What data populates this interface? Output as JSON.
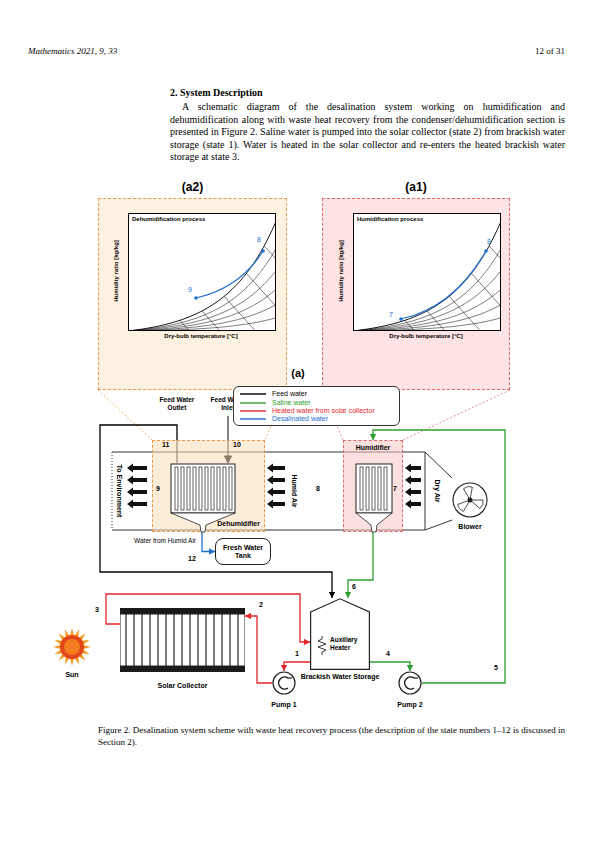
{
  "diagram": {
    "caption": "Figure 2. Desalination system scheme with waste heat recovery process (the description of the state numbers 1–12 is discussed in Section 2).",
    "nodes": [
      {
        "text": [
          "(a2)"
        ]
      },
      {
        "text": [
          "Dehumidification process"
        ],
        "in": 0
      },
      {
        "text": [
          "(a1)"
        ]
      },
      {
        "text": [
          "Humidification process"
        ],
        "in": 2
      },
      {
        "text": [
          "Dehumidifier"
        ]
      },
      {
        "text": [
          "Humidifier"
        ]
      },
      {
        "text": [
          "Blower"
        ]
      },
      {
        "text": [
          "Fresh Water Tank"
        ]
      },
      {
        "text": [
          "Auxiliary Heater",
          "Brackish Water Storage"
        ]
      },
      {
        "text": [
          "Solar Collector"
        ]
      },
      {
        "text": [
          "Sun"
        ]
      },
      {
        "text": [
          "Pump 1"
        ]
      },
      {
        "text": [
          "Pump 2"
        ]
      }
    ],
    "edges": [
      {
        "from": 11,
        "to": 9,
        "arrow": "to",
        "label": "2"
      },
      {
        "from": 9,
        "to": 8,
        "arrow": "to",
        "label": "3"
      },
      {
        "from": 8,
        "to": 11,
        "arrow": "to",
        "label": "1"
      },
      {
        "from": 8,
        "to": 12,
        "arrow": "to",
        "label": "4"
      },
      {
        "from": 12,
        "to": 5,
        "arrow": "to",
        "label": "5"
      },
      {
        "from": 5,
        "to": 8,
        "arrow": "to",
        "label": "6"
      },
      {
        "from": 4,
        "to": 8,
        "arrow": "to",
        "label": "11"
      },
      {
        "from": 4,
        "to": 7,
        "arrow": "to",
        "label": "12"
      }
    ],
    "labels": [
      "Mathematics 2021, 9, 33",
      "12 of 31",
      "2. System Description",
      "A schematic diagram of the desalination system working on humidification and dehumidification along with waste heat recovery from the condenser/dehumidification section is presented in Figure 2. Saline water is pumped into the solar collector (state 2) from brackish water storage (state 1). Water is heated in the solar collector and re-enters the heated brackish water storage at state 3.",
      "Humidity ratio [kg/kg]",
      "Dry-bulb temperature [°C]",
      "8",
      "9",
      "Humidity ratio [kg/kg]",
      "Dry-bulb temperature [°C]",
      "8",
      "7",
      "(a)",
      "Feed Water Outlet",
      "Feed Water Inlet",
      "10",
      "To Environment",
      "9",
      "Humid Air",
      "8",
      "7",
      "Dry Air",
      "Water from Humid Air"
    ],
    "legend": [
      {
        "text": "Feed water",
        "color": "#000000"
      },
      {
        "text": "Saline water",
        "color": "#2ca02c"
      },
      {
        "text": "Heated water from solar collector",
        "color": "#e3262b"
      },
      {
        "text": "Desalinated water",
        "color": "#1f6fd1"
      }
    ]
  }
}
